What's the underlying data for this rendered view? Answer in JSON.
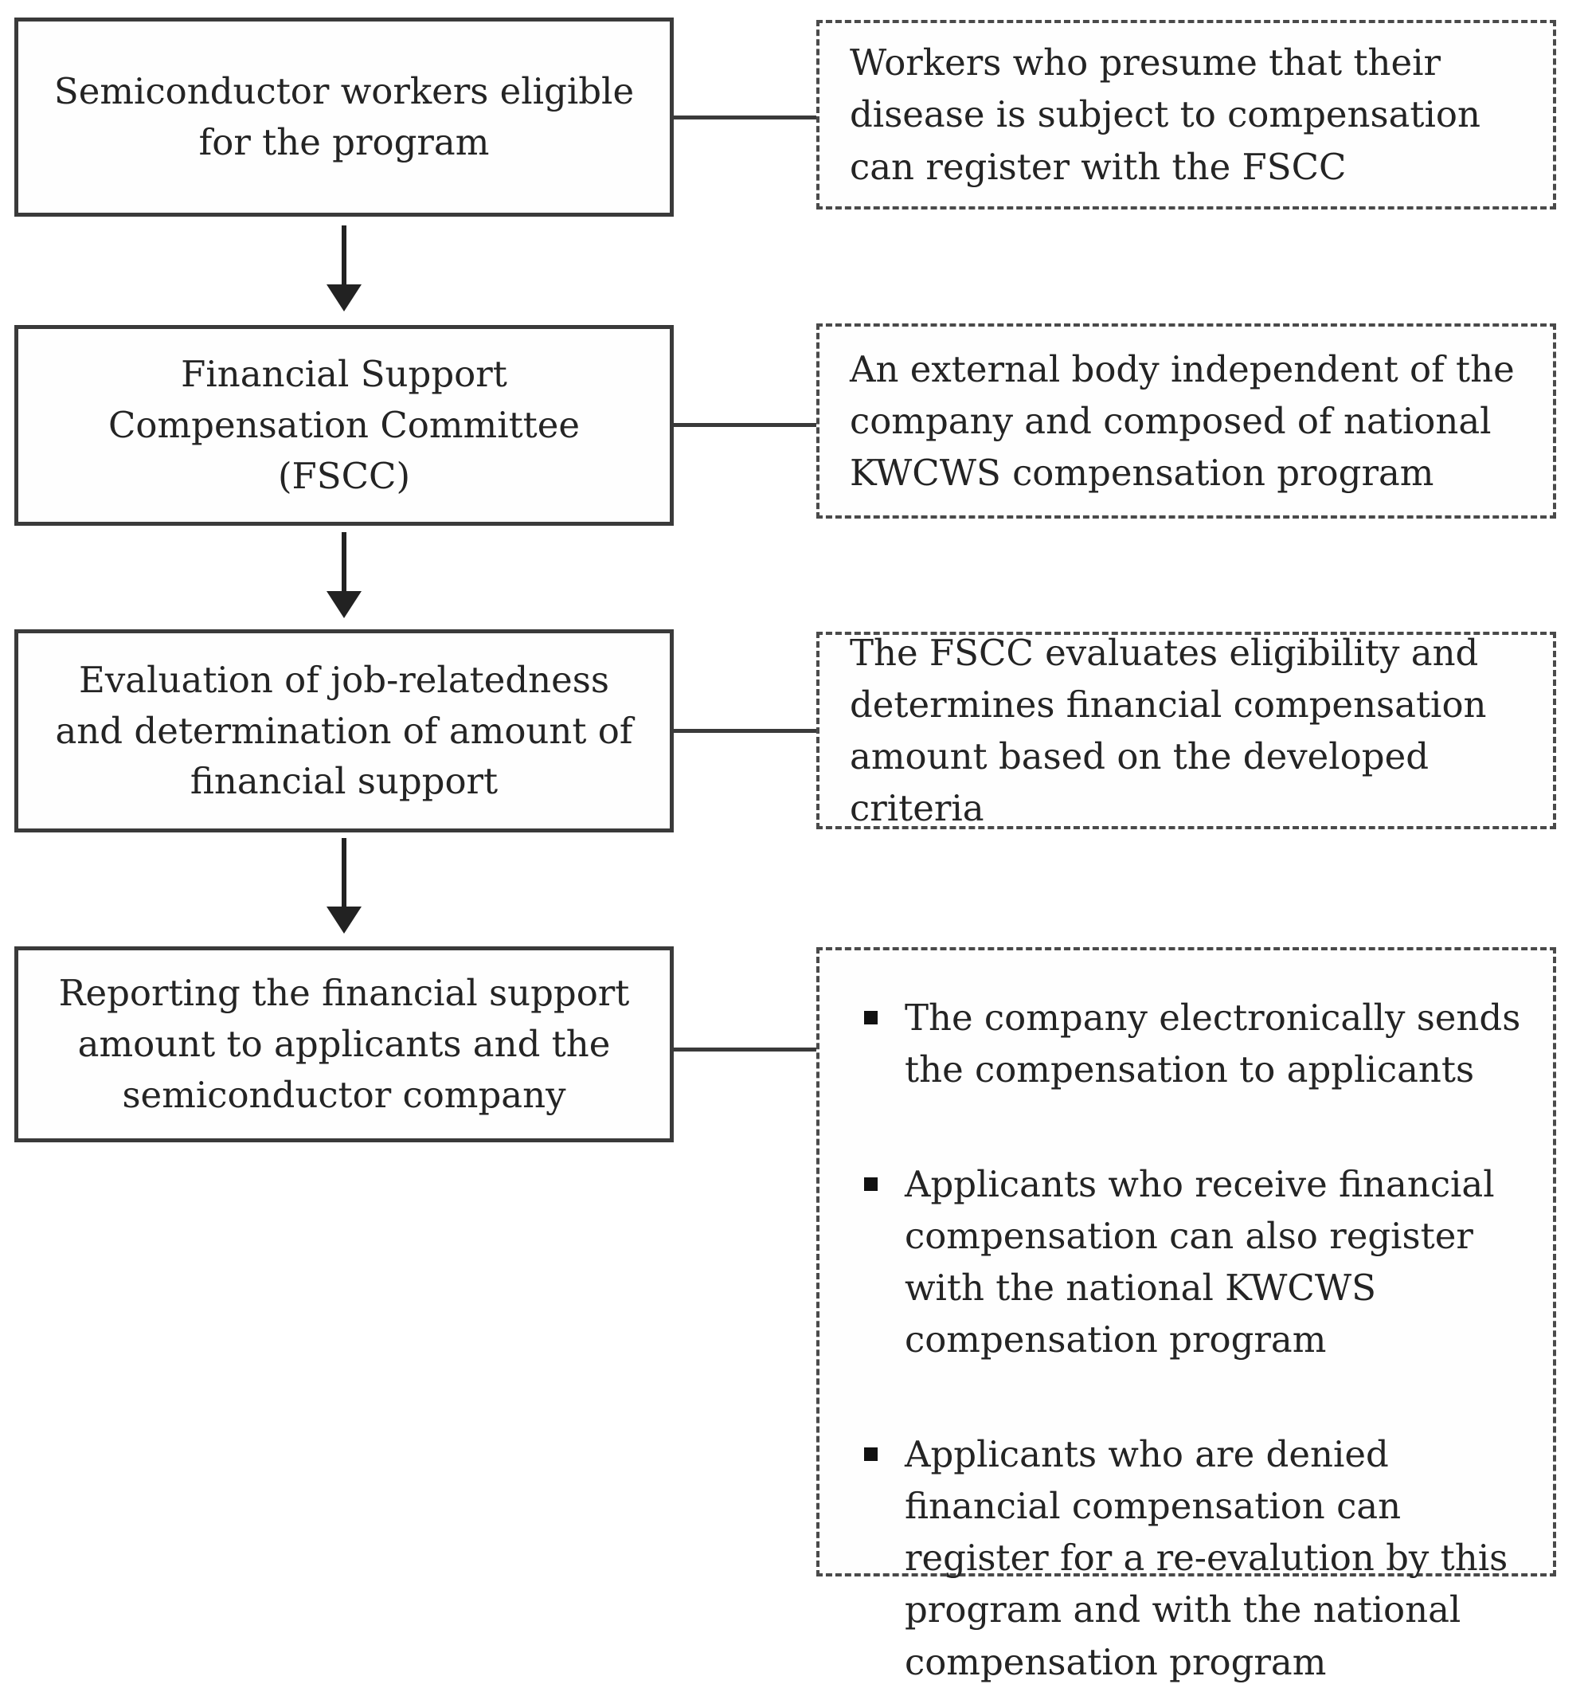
{
  "figure": {
    "type": "flowchart",
    "colors": {
      "box_border": "#3a3a3a",
      "dashed_border": "#4a4a4a",
      "text": "#242424",
      "background": "#ffffff"
    },
    "steps": [
      {
        "label": "Semiconductor workers eligible for the program",
        "note": "Workers who presume that their disease is subject to compensation can register with the FSCC"
      },
      {
        "label": "Financial Support Compensation Committee (FSCC)",
        "note": "An external body independent of the company and composed of national KWCWS compensation program"
      },
      {
        "label": "Evaluation of job-relatedness and determination of amount of financial support",
        "note": "The FSCC evaluates eligibility and determines financial compensation amount based on the developed criteria"
      },
      {
        "label": "Reporting the financial support amount to applicants and the semiconductor company",
        "notes": [
          "The company electronically sends the compensation to applicants",
          "Applicants who receive financial compensation can also register with the national KWCWS compensation program",
          "Applicants who are denied financial compensation can register for a re-evalution by this program and with the national compensation program"
        ]
      }
    ]
  }
}
